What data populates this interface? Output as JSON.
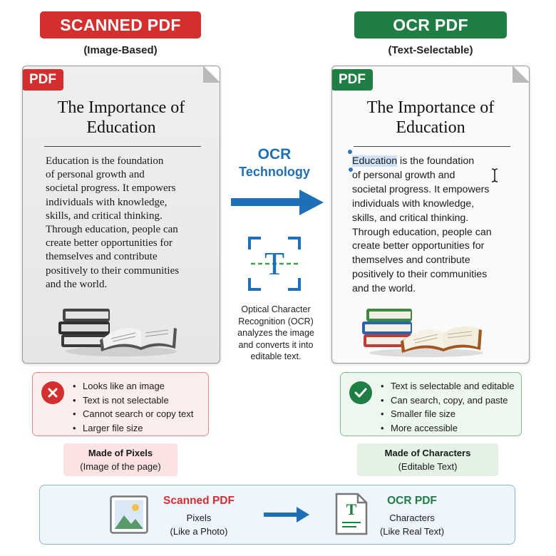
{
  "left": {
    "heading": "SCANNED PDF",
    "subheading": "(Image-Based)",
    "badge": "PDF",
    "doc_title_line1": "The Importance of",
    "doc_title_line2": "Education",
    "doc_body_lines": [
      "Education is the foundation",
      "of personal growth and",
      "societal progress. It empowers",
      "individuals with knowledge,",
      "skills, and critical thinking.",
      "Through education, people can",
      "create better opportunities for",
      "themselves and contribute",
      "positively to their communities",
      "and the world."
    ],
    "list": [
      "Looks like an image",
      "Text is not selectable",
      "Cannot search or copy text",
      "Larger file size"
    ],
    "made_of_title": "Made of Pixels",
    "made_of_sub": "(Image of the page)"
  },
  "right": {
    "heading": "OCR PDF",
    "subheading": "(Text-Selectable)",
    "badge": "PDF",
    "doc_title_line1": "The Importance of",
    "doc_title_line2": "Education",
    "highlighted_word": "Education",
    "doc_body_first_rest": " is the foundation",
    "doc_body_lines": [
      "of personal growth and",
      "societal progress. It empowers",
      "individuals with knowledge,",
      "skills, and critical thinking.",
      "Through education, people can",
      "create better opportunities for",
      "themselves and contribute",
      "positively to their communities",
      "and the world."
    ],
    "list": [
      "Text is selectable and editable",
      "Can search, copy, and paste",
      "Smaller file size",
      "More accessible"
    ],
    "made_of_title": "Made of Characters",
    "made_of_sub": "(Editable Text)"
  },
  "middle": {
    "ocr_line1": "OCR",
    "ocr_line2": "Technology",
    "scan_glyph": "T",
    "description_lines": [
      "Optical Character",
      "Recognition (OCR)",
      "analyzes the image",
      "and converts it into",
      "editable text."
    ]
  },
  "compare": {
    "left_title": "Scanned PDF",
    "left_line1": "Pixels",
    "left_line2": "(Like a Photo)",
    "right_title": "OCR PDF",
    "right_line1": "Characters",
    "right_line2": "(Like Real Text)",
    "doc_icon_glyph": "T"
  },
  "colors": {
    "red": "#d32f2f",
    "green": "#1e7e43",
    "blue": "#1f6fb8"
  }
}
